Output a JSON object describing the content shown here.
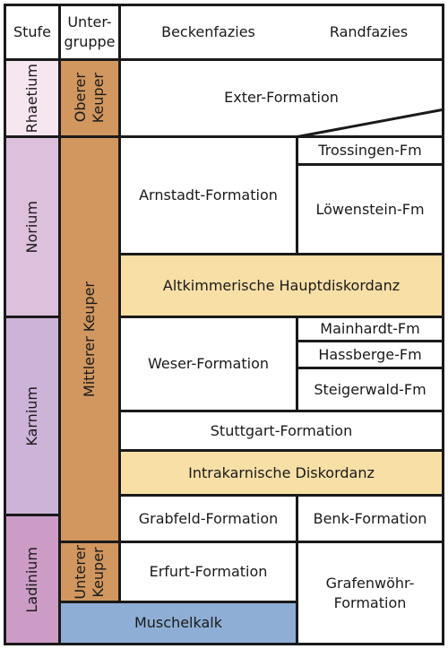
{
  "headers": {
    "stufe": "Stufe",
    "untergruppe_line1": "Unter-",
    "untergruppe_line2": "gruppe",
    "beckenfazies": "Beckenfazies",
    "randfazies": "Randfazies"
  },
  "stages": {
    "rhaetium": "Rhaetium",
    "norium": "Norium",
    "karnium": "Karnium",
    "ladinium": "Ladinium"
  },
  "subgroups": {
    "oberer_line1": "Oberer",
    "oberer_line2": "Keuper",
    "mittlerer": "Mittlerer Keuper",
    "unterer_line1": "Unterer",
    "unterer_line2": "Keuper",
    "muschelkalk": "Muschelkalk"
  },
  "formations": {
    "exter": "Exter-Formation",
    "trossingen": "Trossingen-Fm",
    "arnstadt": "Arnstadt-Formation",
    "loewenstein": "Löwenstein-Fm",
    "altkimmerische": "Altkimmerische Hauptdiskordanz",
    "weser": "Weser-Formation",
    "mainhardt": "Mainhardt-Fm",
    "hassberge": "Hassberge-Fm",
    "steigerwald": "Steigerwald-Fm",
    "stuttgart": "Stuttgart-Formation",
    "intrakarnische": "Intrakarnische Diskordanz",
    "grabfeld": "Grabfeld-Formation",
    "benk": "Benk-Formation",
    "erfurt": "Erfurt-Formation",
    "grafenwoehr_line1": "Grafenwöhr-",
    "grafenwoehr_line2": "Formation"
  },
  "colors": {
    "rhaetium": "#f6e6ef",
    "norium": "#dcc0dc",
    "karnium": "#cdb3d8",
    "ladinium": "#cc9cc6",
    "keuper": "#d1975f",
    "muschelkalk": "#8eaed6",
    "diskordanz": "#f7dfa6",
    "border": "#1a1a1a"
  }
}
